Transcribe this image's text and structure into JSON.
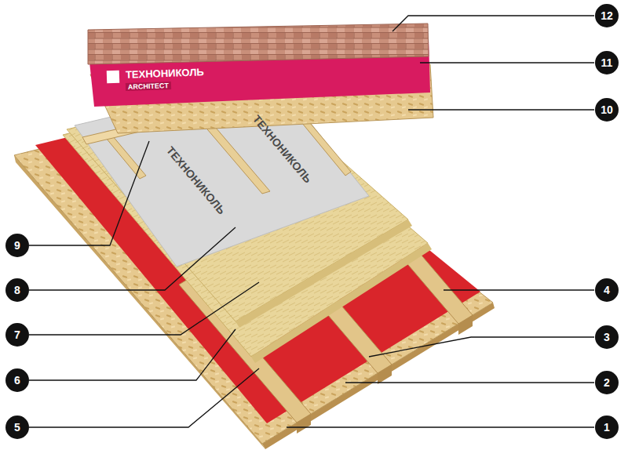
{
  "diagram": {
    "labels": [
      "ТЕХНОНИКОЛЬ",
      "ARCHITECT",
      "ТЕХНОНИКОЛЬ",
      "ТЕХНОНИКОЛЬ",
      "12",
      "11",
      "10",
      "4",
      "3",
      "2",
      "1",
      "9",
      "8",
      "7",
      "6",
      "5"
    ]
  }
}
